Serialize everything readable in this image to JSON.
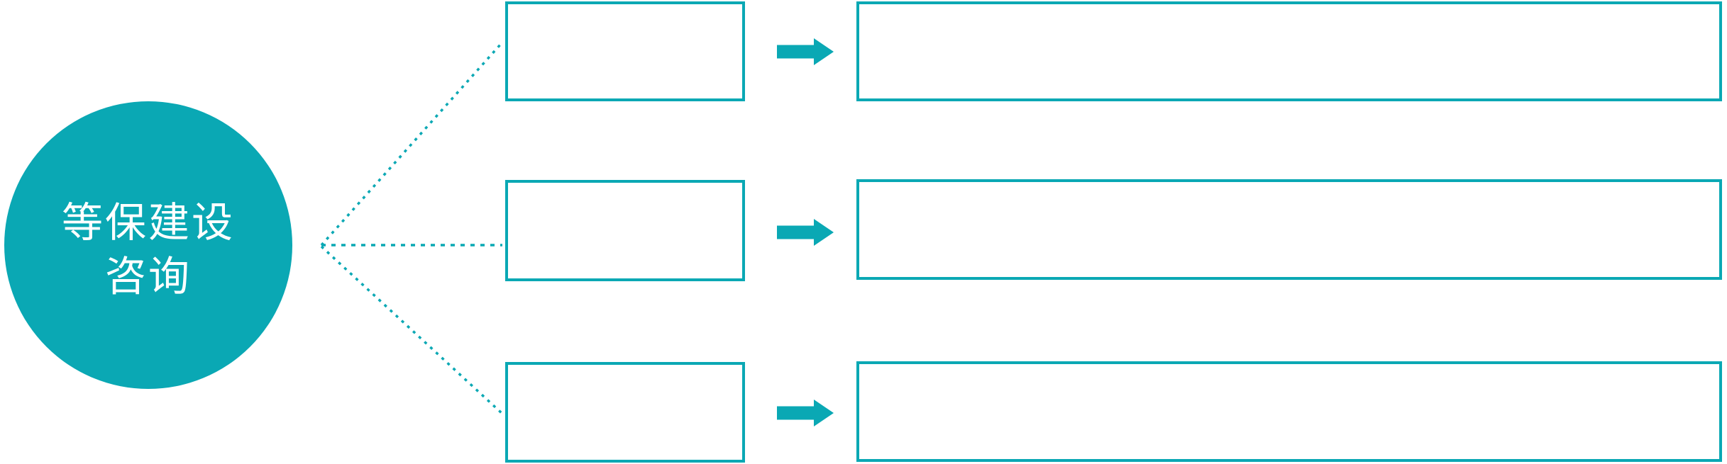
{
  "diagram": {
    "type": "flowchart",
    "background_color": "#ffffff",
    "accent_color": "#0aa8b4",
    "circle": {
      "label_line1": "等保建设",
      "label_line2": "咨询",
      "text_color": "#ffffff"
    },
    "rows": [
      {
        "small_box_text": "",
        "large_box_text": "",
        "arrow_icon": "right-arrow"
      },
      {
        "small_box_text": "",
        "large_box_text": "",
        "arrow_icon": "right-arrow"
      },
      {
        "small_box_text": "",
        "large_box_text": "",
        "arrow_icon": "right-arrow"
      }
    ]
  }
}
